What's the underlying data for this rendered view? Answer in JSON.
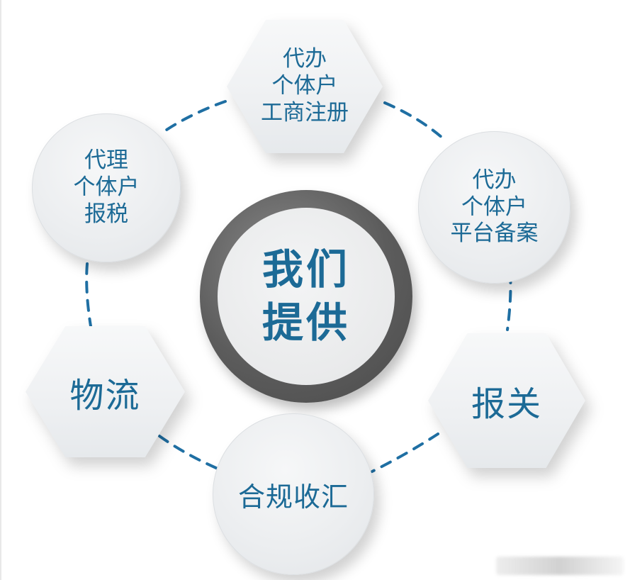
{
  "diagram": {
    "type": "hub-and-spoke service diagram",
    "colors": {
      "text": "#1c6a96",
      "connector": "#1f6fa3",
      "ring": "#5c5c5c",
      "node_fill": "#eef0f2",
      "background": "#ffffff"
    },
    "center": {
      "lines": [
        "我们",
        "提供"
      ]
    },
    "nodes": [
      {
        "id": "top",
        "shape": "hexagon",
        "lines": [
          "代办",
          "个体户",
          "工商注册"
        ]
      },
      {
        "id": "upper-right",
        "shape": "circle",
        "lines": [
          "代办",
          "个体户",
          "平台备案"
        ]
      },
      {
        "id": "lower-right",
        "shape": "hexagon",
        "lines": [
          "报关"
        ]
      },
      {
        "id": "bottom",
        "shape": "circle",
        "lines": [
          "合规收汇"
        ]
      },
      {
        "id": "lower-left",
        "shape": "hexagon",
        "lines": [
          "物流"
        ]
      },
      {
        "id": "upper-left",
        "shape": "circle",
        "lines": [
          "代理",
          "个体户",
          "报税"
        ]
      }
    ]
  }
}
